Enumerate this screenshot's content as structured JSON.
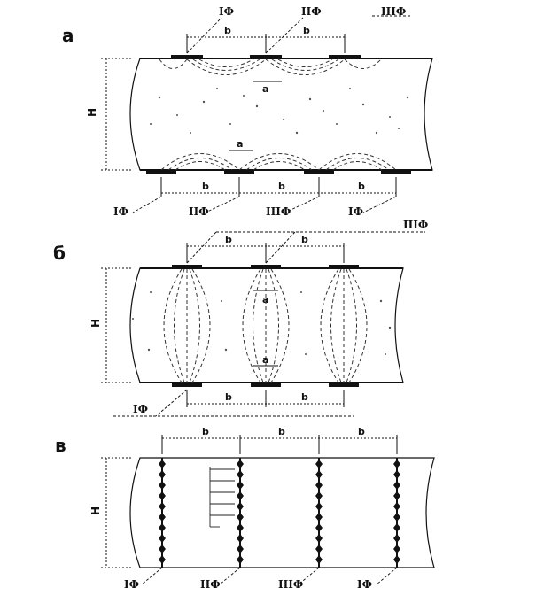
{
  "panels": [
    {
      "id": "a",
      "label": "а",
      "height_label": "H",
      "spacing_label": "b",
      "gap_label": "a",
      "top_phases": [
        "IФ",
        "IIФ",
        "IIIФ"
      ],
      "bottom_phases": [
        "IФ",
        "IIФ",
        "IIIФ",
        "IФ"
      ]
    },
    {
      "id": "b",
      "label": "б",
      "height_label": "H",
      "spacing_label": "b",
      "gap_label": "a",
      "top_phases": [
        "IIIФ"
      ],
      "bottom_phases": [
        "IФ"
      ]
    },
    {
      "id": "c",
      "label": "в",
      "height_label": "H",
      "spacing_label": "b",
      "bottom_phases": [
        "IФ",
        "IIФ",
        "IIIФ",
        "IФ"
      ]
    }
  ],
  "colors": {
    "ink": "#111111",
    "stipple": "#555555"
  }
}
